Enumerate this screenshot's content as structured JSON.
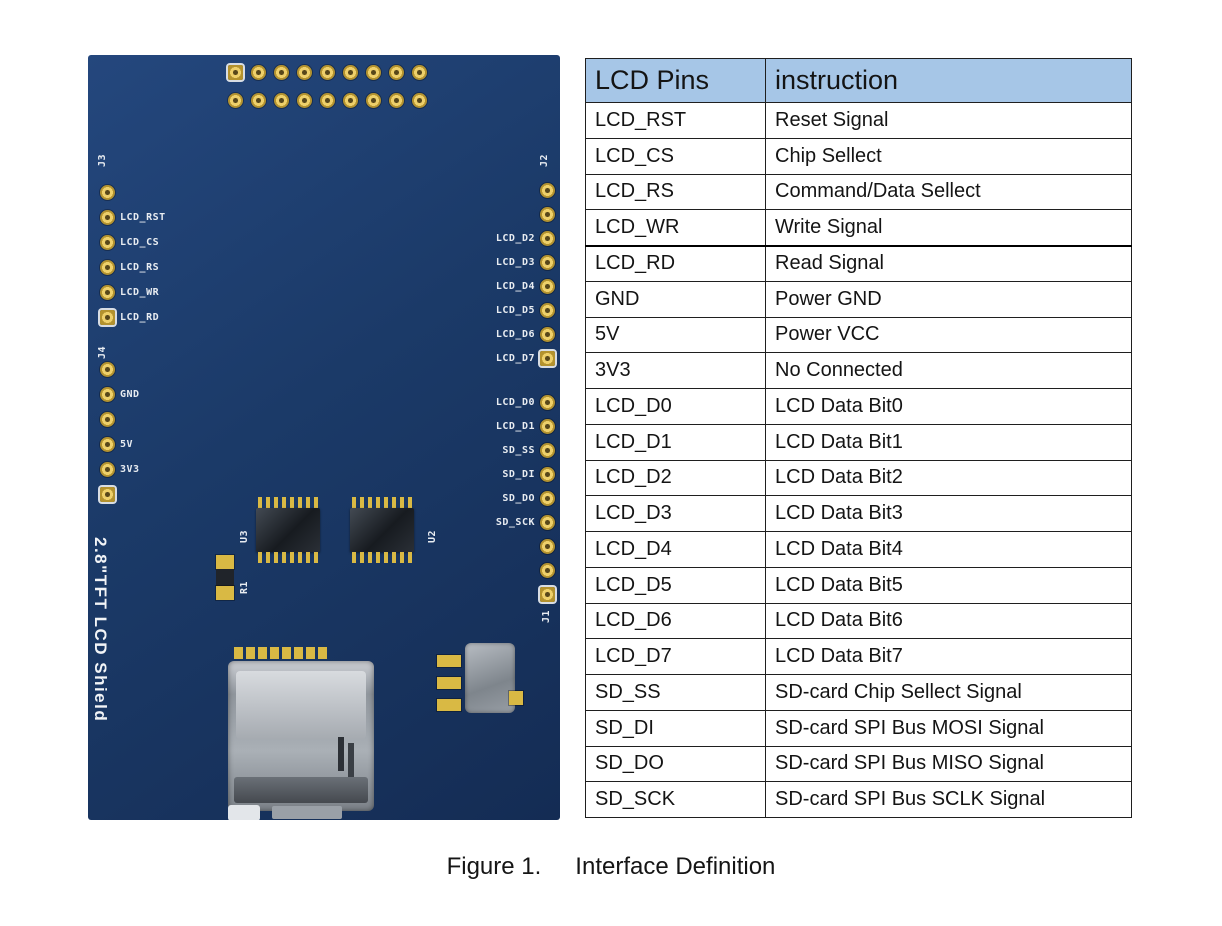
{
  "table": {
    "header": {
      "pin": "LCD Pins",
      "instruction": "instruction"
    },
    "rows": [
      {
        "pin": "LCD_RST",
        "desc": "Reset Signal"
      },
      {
        "pin": "LCD_CS",
        "desc": "Chip Sellect"
      },
      {
        "pin": "LCD_RS",
        "desc": "Command/Data Sellect"
      },
      {
        "pin": "LCD_WR",
        "desc": "Write Signal"
      },
      {
        "pin": "LCD_RD",
        "desc": "Read Signal"
      },
      {
        "pin": "GND",
        "desc": "Power GND"
      },
      {
        "pin": "5V",
        "desc": "Power VCC"
      },
      {
        "pin": "3V3",
        "desc": "No Connected"
      },
      {
        "pin": "LCD_D0",
        "desc": "LCD Data Bit0"
      },
      {
        "pin": "LCD_D1",
        "desc": "LCD Data Bit1"
      },
      {
        "pin": "LCD_D2",
        "desc": "LCD Data Bit2"
      },
      {
        "pin": "LCD_D3",
        "desc": "LCD Data Bit3"
      },
      {
        "pin": "LCD_D4",
        "desc": "LCD Data Bit4"
      },
      {
        "pin": "LCD_D5",
        "desc": "LCD Data Bit5"
      },
      {
        "pin": "LCD_D6",
        "desc": "LCD Data Bit6"
      },
      {
        "pin": "LCD_D7",
        "desc": "LCD Data Bit7"
      },
      {
        "pin": "SD_SS",
        "desc": "SD-card Chip Sellect Signal"
      },
      {
        "pin": "SD_DI",
        "desc": "SD-card SPI Bus MOSI Signal"
      },
      {
        "pin": "SD_DO",
        "desc": "SD-card SPI Bus MISO Signal"
      },
      {
        "pin": "SD_SCK",
        "desc": "SD-card SPI Bus SCLK Signal"
      }
    ]
  },
  "pcb": {
    "shield_label": "2.8\"TFT LCD Shield",
    "headers": {
      "j1": "J1",
      "j2": "J2",
      "j3": "J3",
      "j4": "J4"
    },
    "left_pins": [
      "LCD_RST",
      "LCD_CS",
      "LCD_RS",
      "LCD_WR",
      "LCD_RD"
    ],
    "power_pins": [
      "GND",
      "5V",
      "3V3"
    ],
    "right_upper_pins": [
      "LCD_D2",
      "LCD_D3",
      "LCD_D4",
      "LCD_D5",
      "LCD_D6",
      "LCD_D7"
    ],
    "right_lower_pins": [
      "LCD_D0",
      "LCD_D1",
      "SD_SS",
      "SD_DI",
      "SD_DO",
      "SD_SCK"
    ],
    "components": {
      "u2": "U2",
      "u3": "U3",
      "r1": "R1"
    }
  },
  "caption": {
    "label": "Figure 1.",
    "title": "Interface Definition"
  },
  "colors": {
    "board": "#1b3a68",
    "pad": "#d9b944",
    "table_header_bg": "#a6c6e7"
  }
}
